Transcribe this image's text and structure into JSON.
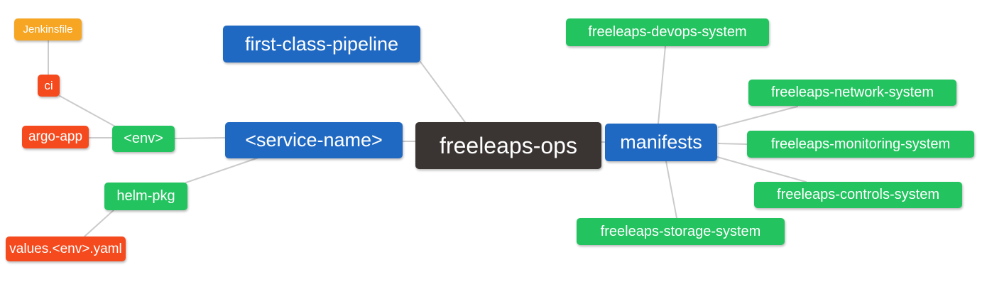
{
  "diagram": {
    "kind": "mindmap",
    "background": "#ffffff"
  },
  "colors": {
    "root_node": "#3a3532",
    "branch_node_blue": "#2069c2",
    "leaf_node_green": "#23c35f",
    "leaf_node_red": "#f54a1e",
    "leaf_node_amber": "#f6a623",
    "edge_line": "#cbcbcb",
    "node_text": "#ffffff"
  },
  "nodes": {
    "root": {
      "label": "freeleaps-ops"
    },
    "first_class_pipeline": {
      "label": "first-class-pipeline"
    },
    "service_name": {
      "label": "<service-name>"
    },
    "manifests": {
      "label": "manifests"
    },
    "env": {
      "label": "<env>"
    },
    "helm_pkg": {
      "label": "helm-pkg"
    },
    "ci": {
      "label": "ci"
    },
    "argo_app": {
      "label": "argo-app"
    },
    "jenkinsfile": {
      "label": "Jenkinsfile"
    },
    "values_env_yaml": {
      "label": "values.<env>.yaml"
    },
    "devops_system": {
      "label": "freeleaps-devops-system"
    },
    "network_system": {
      "label": "freeleaps-network-system"
    },
    "monitoring_system": {
      "label": "freeleaps-monitoring-system"
    },
    "controls_system": {
      "label": "freeleaps-controls-system"
    },
    "storage_system": {
      "label": "freeleaps-storage-system"
    }
  },
  "edges": [
    {
      "from": "jenkinsfile",
      "to": "ci"
    },
    {
      "from": "ci",
      "to": "env"
    },
    {
      "from": "argo_app",
      "to": "env"
    },
    {
      "from": "env",
      "to": "service_name"
    },
    {
      "from": "helm_pkg",
      "to": "service_name"
    },
    {
      "from": "values_env_yaml",
      "to": "helm_pkg"
    },
    {
      "from": "service_name",
      "to": "root"
    },
    {
      "from": "first_class_pipeline",
      "to": "root"
    },
    {
      "from": "root",
      "to": "manifests"
    },
    {
      "from": "manifests",
      "to": "devops_system"
    },
    {
      "from": "manifests",
      "to": "network_system"
    },
    {
      "from": "manifests",
      "to": "monitoring_system"
    },
    {
      "from": "manifests",
      "to": "controls_system"
    },
    {
      "from": "manifests",
      "to": "storage_system"
    }
  ]
}
